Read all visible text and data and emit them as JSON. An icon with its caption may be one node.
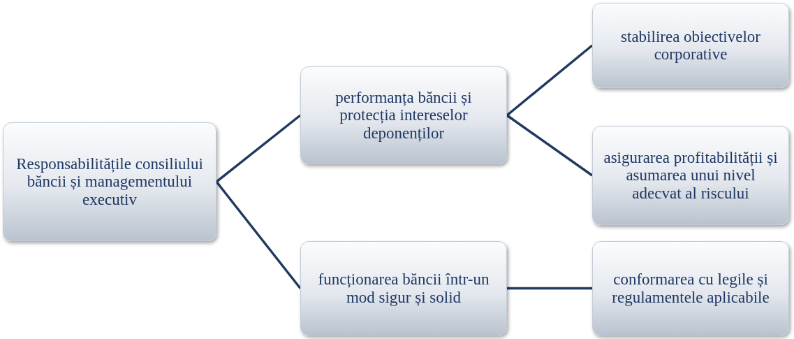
{
  "diagram": {
    "nodes": [
      {
        "text": [
          "Responsabilitățile consiliului băncii și managementului executiv"
        ]
      },
      {
        "text": [
          "performanța băncii și protecția intereselor deponenților"
        ]
      },
      {
        "text": [
          "funcționarea băncii într-un mod sigur și solid"
        ]
      },
      {
        "text": [
          "stabilirea obiectivelor corporative"
        ]
      },
      {
        "text": [
          "asigurarea profitabilității și asumarea unui nivel adecvat al riscului"
        ]
      },
      {
        "text": [
          "conformarea cu legile și regulamentele aplicabile"
        ]
      }
    ],
    "edges": [
      {
        "from": 0,
        "to": 1,
        "arrow": "none"
      },
      {
        "from": 0,
        "to": 2,
        "arrow": "none"
      },
      {
        "from": 1,
        "to": 3,
        "arrow": "none"
      },
      {
        "from": 1,
        "to": 4,
        "arrow": "none"
      },
      {
        "from": 2,
        "to": 5,
        "arrow": "none"
      }
    ]
  }
}
